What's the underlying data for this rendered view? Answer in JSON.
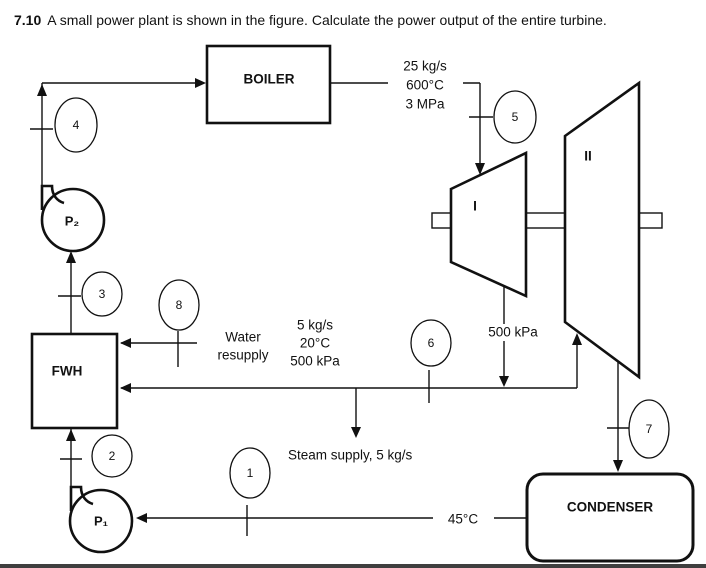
{
  "title": {
    "problem_number": "7.10",
    "text": "A small power plant is shown in the figure. Calculate the power output of the entire turbine."
  },
  "components": {
    "boiler": "BOILER",
    "feedwater_heater": "FWH",
    "condenser": "CONDENSER",
    "pump_1": "P₁",
    "pump_2": "P₂",
    "turbine_stage_1": "I",
    "turbine_stage_2": "II"
  },
  "annotations": {
    "boiler_outlet_flow": "25 kg/s",
    "boiler_outlet_temp": "600°C",
    "boiler_outlet_pressure": "3 MPa",
    "water_resupply_line1": "Water",
    "water_resupply_line2": "resupply",
    "resupply_flow": "5 kg/s",
    "resupply_temp": "20°C",
    "resupply_pressure": "500 kPa",
    "extraction_pressure": "500 kPa",
    "steam_supply": "Steam supply, 5 kg/s",
    "condenser_outlet_temp": "45°C"
  },
  "state_points": {
    "1": "1",
    "2": "2",
    "3": "3",
    "4": "4",
    "5": "5",
    "6": "6",
    "7": "7",
    "8": "8"
  },
  "colors": {
    "ink": "#111111",
    "background": "#ffffff"
  }
}
